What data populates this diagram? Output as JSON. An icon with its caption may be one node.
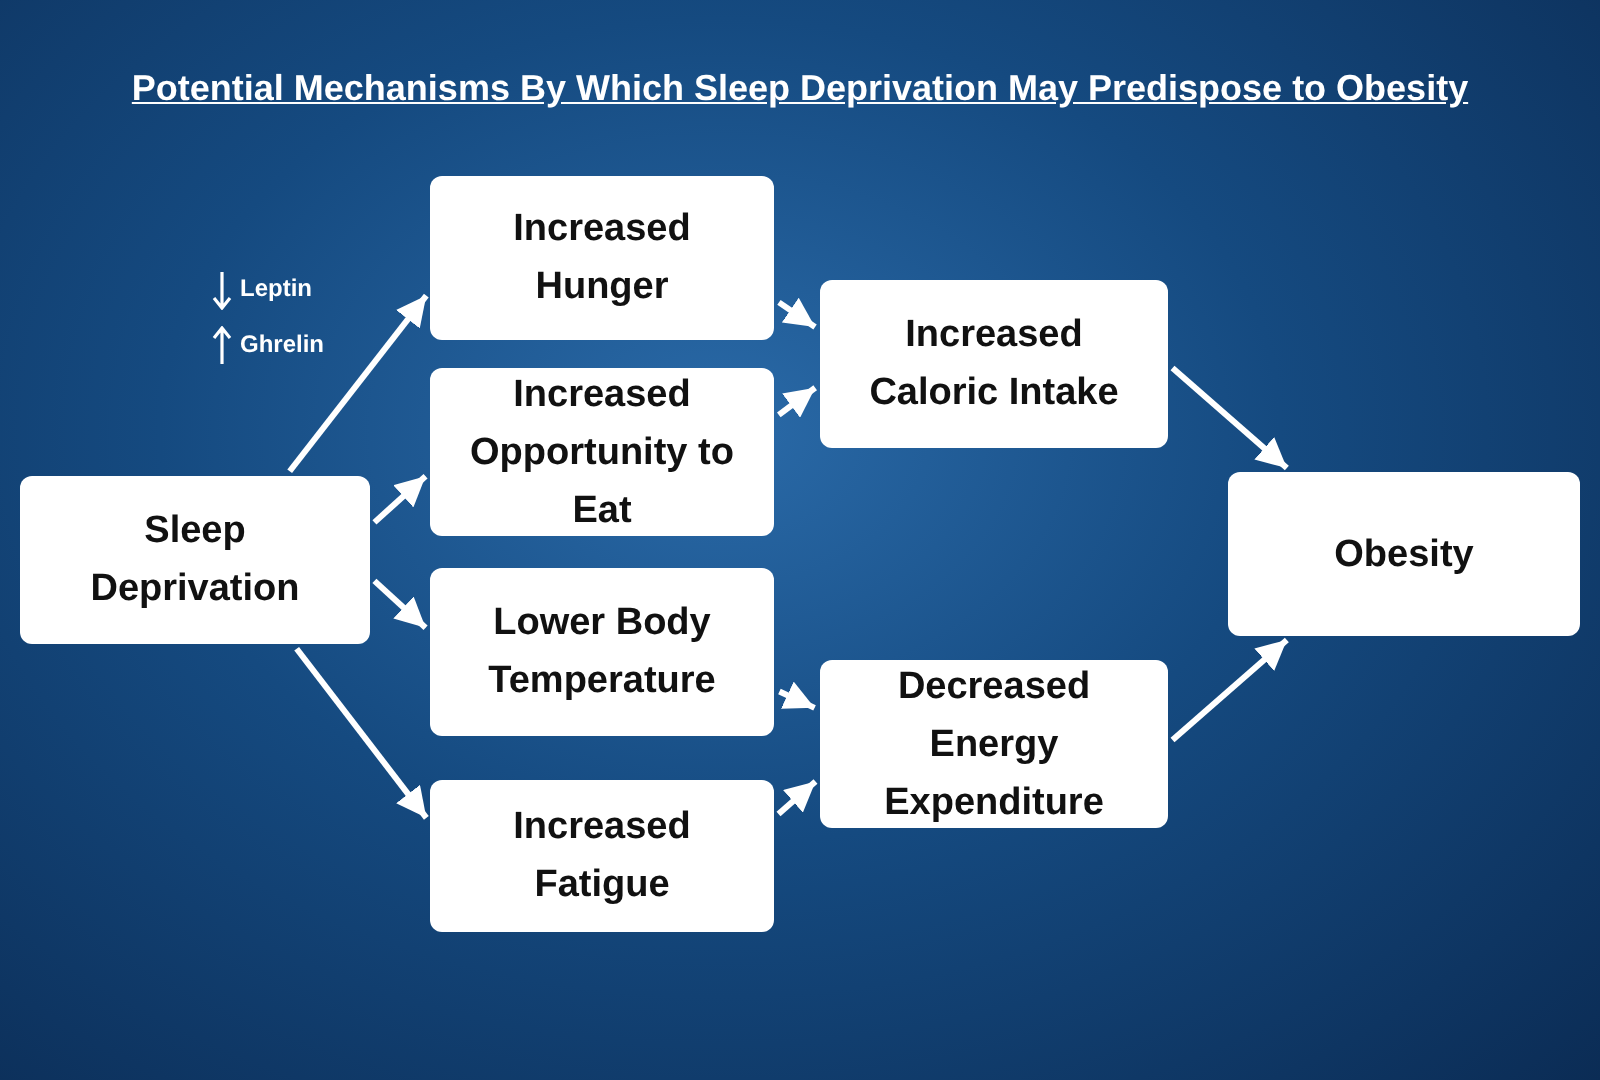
{
  "diagram": {
    "title": "Potential Mechanisms By Which Sleep Deprivation May Predispose to Obesity",
    "nodes": [
      {
        "text": [
          "Sleep Deprivation"
        ]
      },
      {
        "text": [
          "Increased Hunger"
        ]
      },
      {
        "text": [
          "Increased Opportunity to Eat"
        ]
      },
      {
        "text": [
          "Lower Body Temperature"
        ]
      },
      {
        "text": [
          "Increased Fatigue"
        ]
      },
      {
        "text": [
          "Increased Caloric Intake"
        ]
      },
      {
        "text": [
          "Decreased Energy Expenditure"
        ]
      },
      {
        "text": [
          "Obesity"
        ]
      }
    ],
    "edges": [
      {
        "from": 0,
        "to": 1,
        "arrow": "to"
      },
      {
        "from": 0,
        "to": 2,
        "arrow": "to"
      },
      {
        "from": 0,
        "to": 3,
        "arrow": "to"
      },
      {
        "from": 0,
        "to": 4,
        "arrow": "to"
      },
      {
        "from": 1,
        "to": 5,
        "arrow": "to"
      },
      {
        "from": 2,
        "to": 5,
        "arrow": "to"
      },
      {
        "from": 3,
        "to": 6,
        "arrow": "to"
      },
      {
        "from": 4,
        "to": 6,
        "arrow": "to"
      },
      {
        "from": 5,
        "to": 7,
        "arrow": "to"
      },
      {
        "from": 6,
        "to": 7,
        "arrow": "to"
      }
    ],
    "labels": [
      "Leptin",
      "Ghrelin"
    ]
  }
}
